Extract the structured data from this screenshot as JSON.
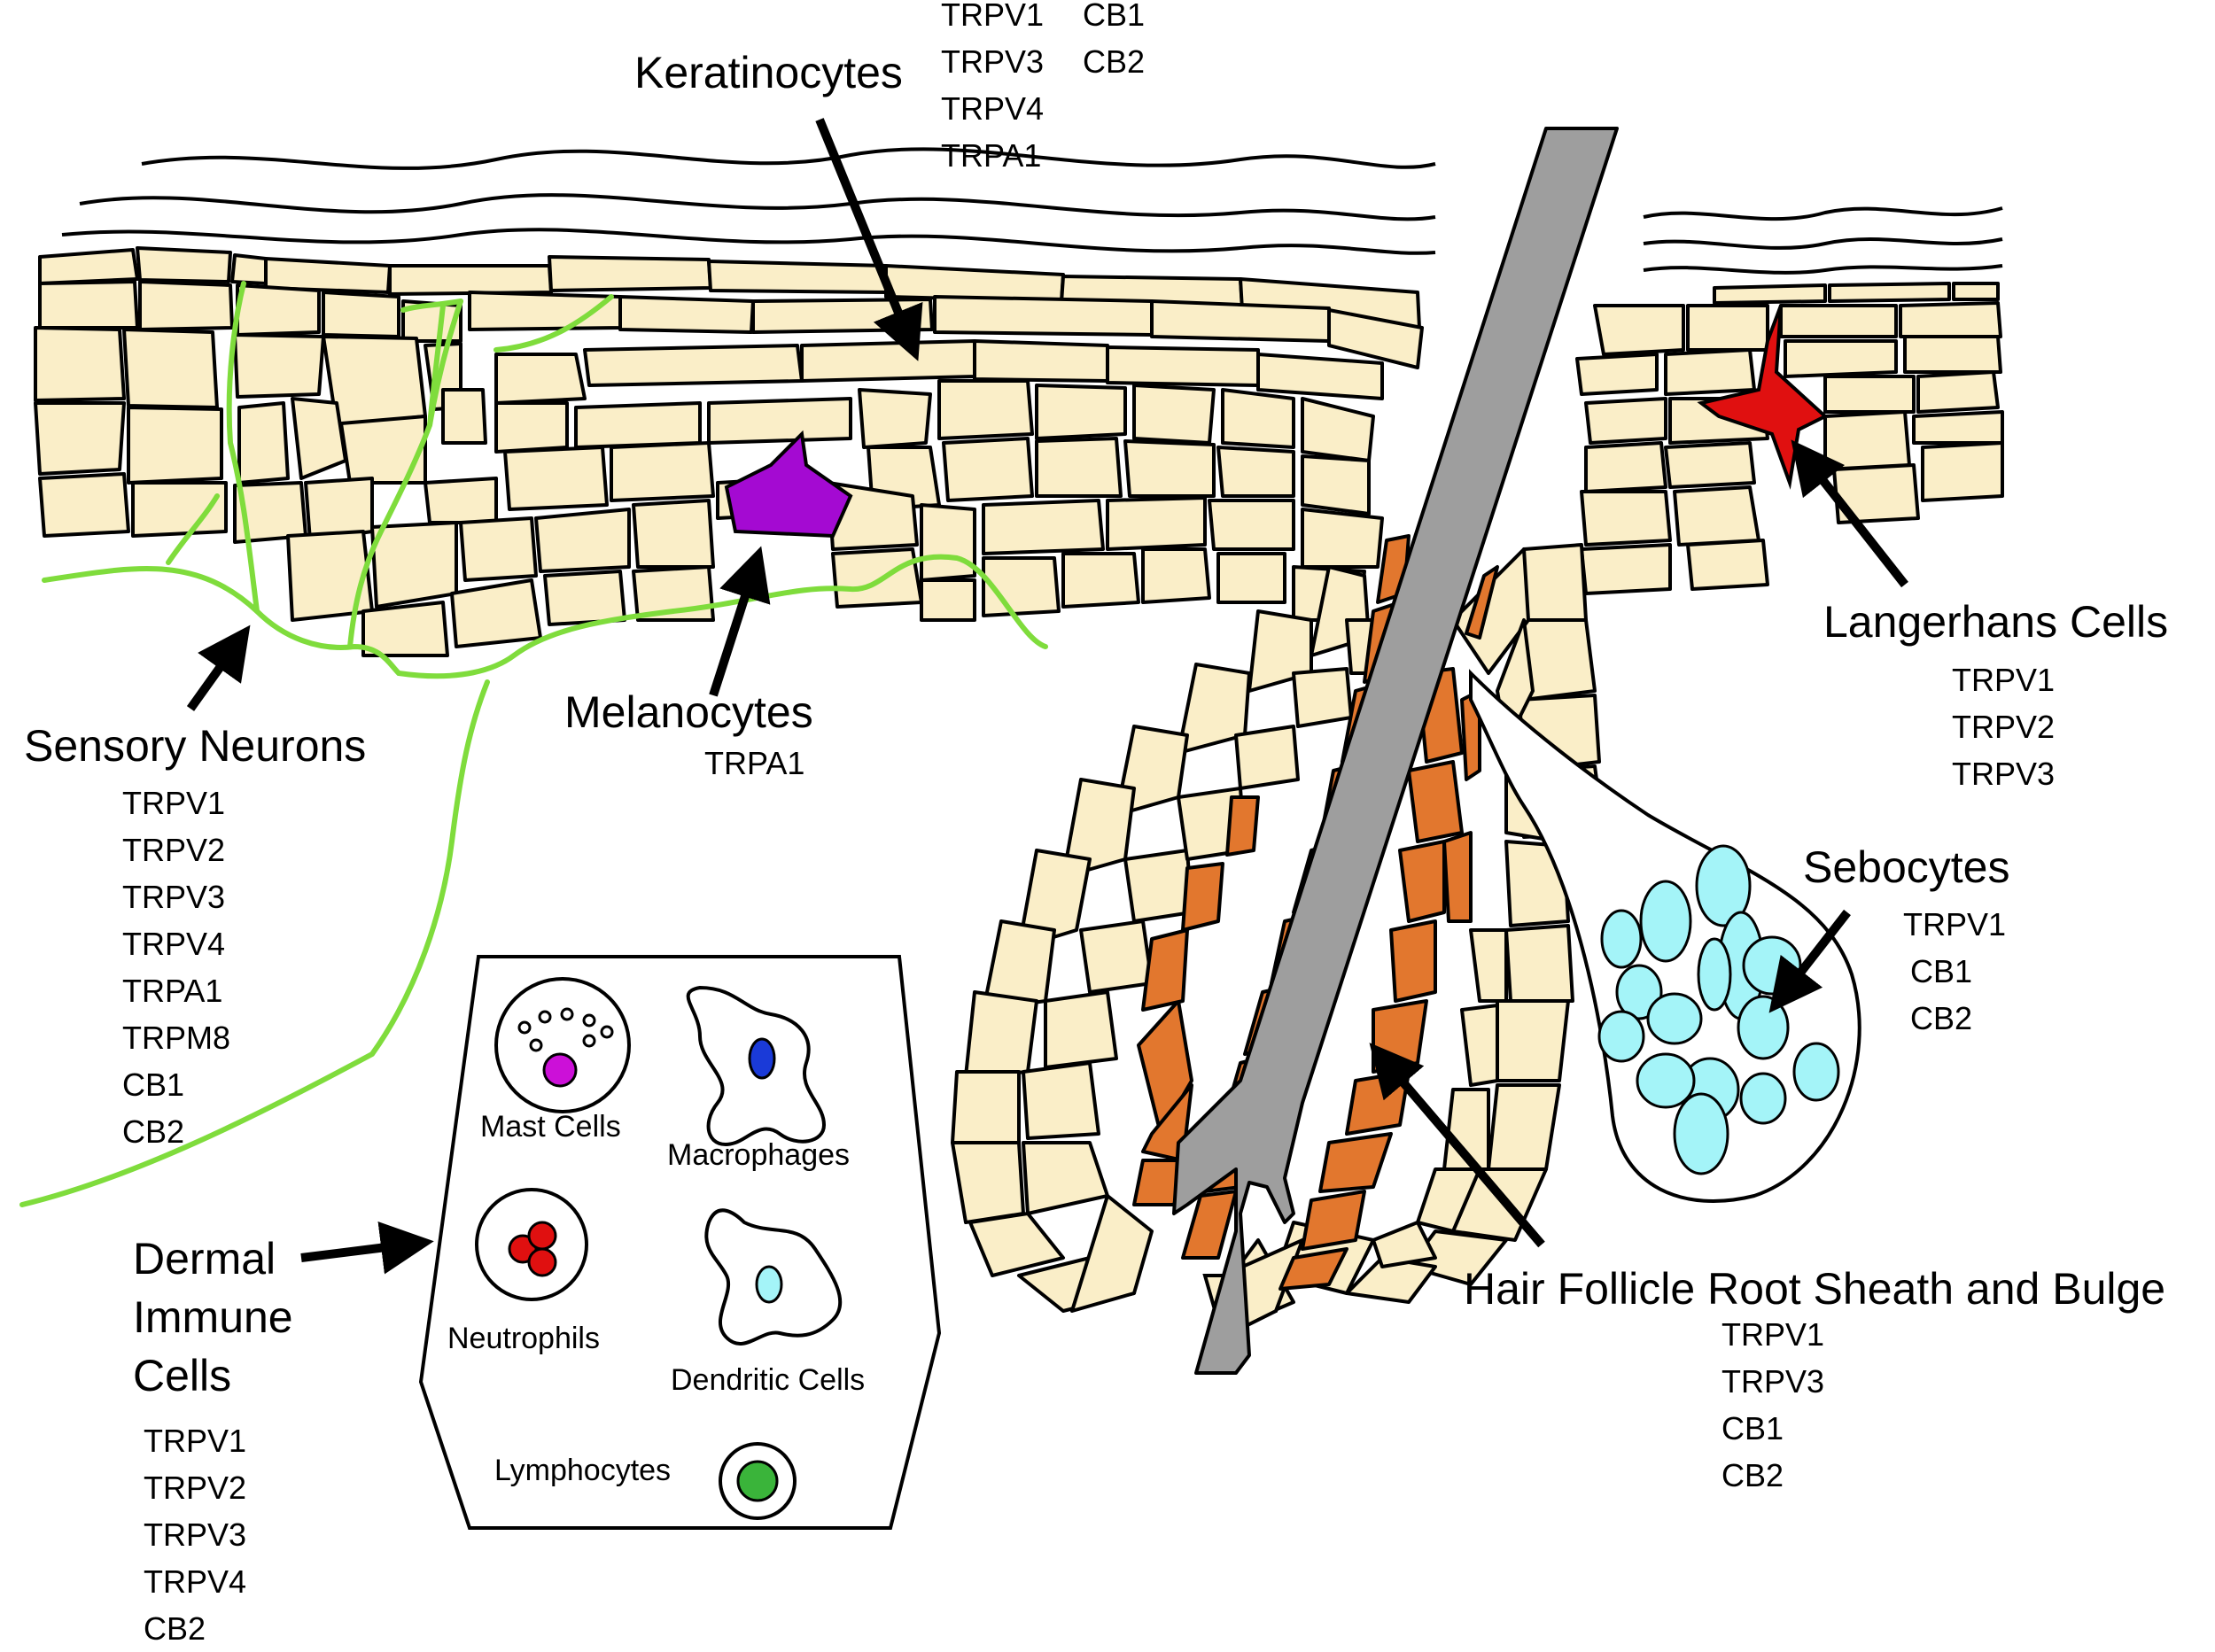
{
  "labels": {
    "keratinocytes": "Keratinocytes",
    "melanocytes": "Melanocytes",
    "sensory_neurons": "Sensory Neurons",
    "langerhans": "Langerhans Cells",
    "sebocytes": "Sebocytes",
    "hair_follicle": "Hair Follicle Root Sheath and Bulge",
    "dermal_immune_1": "Dermal",
    "dermal_immune_2": "Immune",
    "dermal_immune_3": "Cells"
  },
  "receptors": {
    "keratinocytes_col1": [
      "TRPV1",
      "TRPV3",
      "TRPV4",
      "TRPA1"
    ],
    "keratinocytes_col2": [
      "CB1",
      "CB2"
    ],
    "melanocytes": [
      "TRPA1"
    ],
    "sensory_neurons": [
      "TRPV1",
      "TRPV2",
      "TRPV3",
      "TRPV4",
      "TRPA1",
      "TRPM8",
      "CB1",
      "CB2"
    ],
    "langerhans": [
      "TRPV1",
      "TRPV2",
      "TRPV3"
    ],
    "sebocytes": [
      "TRPV1",
      "CB1",
      "CB2"
    ],
    "hair_follicle": [
      "TRPV1",
      "TRPV3",
      "CB1",
      "CB2"
    ],
    "dermal_immune": [
      "TRPV1",
      "TRPV2",
      "TRPV3",
      "TRPV4",
      "CB2"
    ]
  },
  "immune_cells": {
    "mast": "Mast Cells",
    "macrophages": "Macrophages",
    "neutrophils": "Neutrophils",
    "dendritic": "Dendritic Cells",
    "lymphocytes": "Lymphocytes"
  },
  "colors": {
    "keratinocyte_fill": "#faeec8",
    "neuron_green": "#7fdc3c",
    "melanocyte_purple": "#a40ad2",
    "langerhans_red": "#e01010",
    "root_sheath_orange": "#e2772e",
    "hair_shaft_gray": "#9e9e9e",
    "sebocyte_cyan": "#a4f4f8",
    "mast_granule_purple": "#cc10d8",
    "macrophage_nucleus_blue": "#1a3ad8",
    "neutrophil_red": "#e01010",
    "dendritic_nucleus_cyan": "#a4f4f8",
    "lymphocyte_green": "#3ab43a"
  }
}
